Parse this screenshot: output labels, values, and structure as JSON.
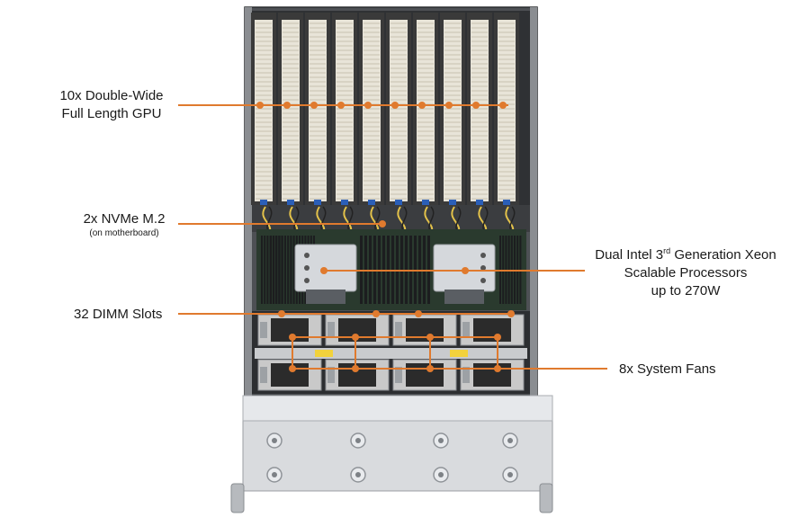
{
  "labels": {
    "gpu": {
      "line1": "10x Double-Wide",
      "line2": "Full Length GPU"
    },
    "nvme": {
      "line1": "2x NVMe M.2",
      "sub": "(on motherboard)"
    },
    "dimm": {
      "line1": "32 DIMM Slots"
    },
    "cpu": {
      "line1_pre": "Dual Intel  3",
      "line1_sup": "rd",
      "line1_post": " Generation Xeon",
      "line2": "Scalable Processors",
      "line3": "up to 270W"
    },
    "fans": {
      "line1": "8x System Fans"
    }
  },
  "colors": {
    "callout": "#e07a2e",
    "chassis": "#5c5f63",
    "gpu_card": "#e8e4d8",
    "gpu_bracket": "#3a3a3a",
    "fan_frame": "#c9c9c9",
    "heatsink": "#d5d8dc",
    "front_panel": "#d9dbde",
    "wire_yellow": "#e3c24a",
    "connector_blue": "#2b5fb8"
  }
}
